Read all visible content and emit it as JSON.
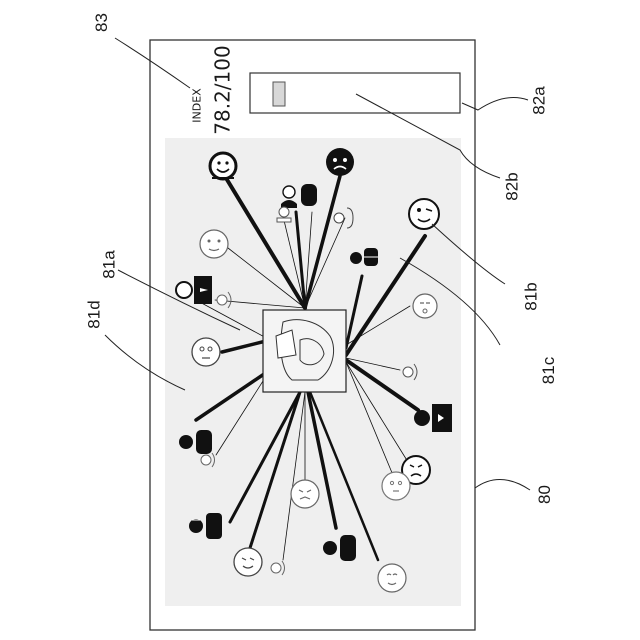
{
  "labels": {
    "device": "80",
    "network_area": "81a",
    "user_icon": "81b",
    "link_line": "81c",
    "background_area": "81d",
    "slider": "82a",
    "slider_handle": "82b",
    "index": "83"
  },
  "index_display": {
    "word": "INDEX",
    "value": "78.2/100"
  },
  "slider": {
    "level": 0.1
  },
  "icons": [
    "smiley-face-icon",
    "angry-face-icon",
    "person-icon",
    "winking-face-icon",
    "businessman-icon",
    "neutral-face-icon",
    "crying-face-icon",
    "sleepy-face-icon",
    "doctor-icon",
    "hat-person-icon"
  ]
}
